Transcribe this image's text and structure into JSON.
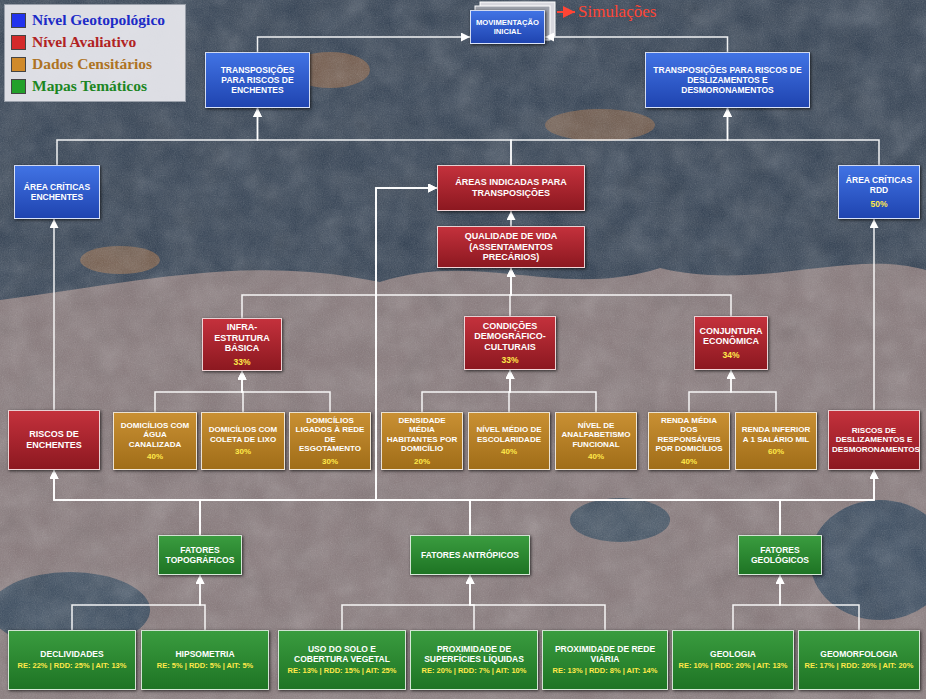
{
  "diagram": {
    "nodes": [
      {
        "text": [
          "MOVIMENTAÇÃO INICIAL"
        ]
      },
      {
        "text": [
          "TRANSPOSIÇÕES PARA RISCOS DE ENCHENTES"
        ]
      },
      {
        "text": [
          "TRANSPOSIÇÕES PARA RISCOS DE DESLIZAMENTOS E DESMORONAMENTOS"
        ]
      },
      {
        "text": [
          "ÁREA CRÍTICAS ENCHENTES"
        ]
      },
      {
        "text": [
          "ÁREAS INDICADAS PARA TRANSPOSIÇÕES"
        ]
      },
      {
        "text": [
          "ÁREA CRÍTICAS RDD",
          "50%"
        ]
      },
      {
        "text": [
          "QUALIDADE DE VIDA (ASSENTAMENTOS PRECÁRIOS)"
        ]
      },
      {
        "text": [
          "INFRA-ESTRUTURA BÁSICA",
          "33%"
        ]
      },
      {
        "text": [
          "CONDIÇÕES DEMOGRÁFICO-CULTURAIS",
          "33%"
        ]
      },
      {
        "text": [
          "CONJUNTURA ECONÔMICA",
          "34%"
        ]
      },
      {
        "text": [
          "RISCOS DE ENCHENTES"
        ]
      },
      {
        "text": [
          "DOMICÍLIOS COM ÁGUA CANALIZADA",
          "40%"
        ]
      },
      {
        "text": [
          "DOMICÍLIOS COM COLETA DE LIXO",
          "30%"
        ]
      },
      {
        "text": [
          "DOMICÍLIOS LIGADOS À REDE DE ESGOTAMENTO",
          "30%"
        ]
      },
      {
        "text": [
          "DENSIDADE MÉDIA HABITANTES POR DOMICÍLIO",
          "20%"
        ]
      },
      {
        "text": [
          "NÍVEL MÉDIO DE ESCOLARIDADE",
          "40%"
        ]
      },
      {
        "text": [
          "NÍVEL DE ANALFABETISMO FUNCIONAL",
          "40%"
        ]
      },
      {
        "text": [
          "RENDA MÉDIA DOS RESPONSÁVEIS POR DOMICÍLIOS",
          "40%"
        ]
      },
      {
        "text": [
          "RENDA INFERIOR A 1 SALÁRIO MIL",
          "60%"
        ]
      },
      {
        "text": [
          "RISCOS DE DESLIZAMENTOS E DESMORONAMENTOS"
        ]
      },
      {
        "text": [
          "FATORES TOPOGRÁFICOS"
        ]
      },
      {
        "text": [
          "FATORES ANTRÓPICOS"
        ]
      },
      {
        "text": [
          "FATORES GEOLÓGICOS"
        ]
      },
      {
        "text": [
          "DECLIVIDADES",
          "RE: 22% | RDD: 25% | AIT: 13%"
        ]
      },
      {
        "text": [
          "HIPSOMETRIA",
          "RE: 5% | RDD: 5% | AIT: 5%"
        ]
      },
      {
        "text": [
          "USO DO SOLO E COBERTURA VEGETAL",
          "RE: 13% | RDD: 15% | AIT: 25%"
        ]
      },
      {
        "text": [
          "PROXIMIDADE DE SUPERFÍCIES LÍQUIDAS",
          "RE: 20% | RDD: 7% | AIT: 10%"
        ]
      },
      {
        "text": [
          "PROXIMIDADE DE REDE VIÁRIA",
          "RE: 13% | RDD: 8% | AIT: 14%"
        ]
      },
      {
        "text": [
          "GEOLOGIA",
          "RE: 10% | RDD: 20% | AIT: 13%"
        ]
      },
      {
        "text": [
          "GEOMORFOLOGIA",
          "RE: 17% | RDD: 20% | AIT: 20%"
        ]
      }
    ],
    "edges": [
      {
        "from": 23,
        "to": 20,
        "arrow": "to"
      },
      {
        "from": 24,
        "to": 20,
        "arrow": "to"
      },
      {
        "from": 25,
        "to": 21,
        "arrow": "to"
      },
      {
        "from": 26,
        "to": 21,
        "arrow": "to"
      },
      {
        "from": 27,
        "to": 21,
        "arrow": "to"
      },
      {
        "from": 28,
        "to": 22,
        "arrow": "to"
      },
      {
        "from": 29,
        "to": 22,
        "arrow": "to"
      },
      {
        "from": 20,
        "to": 10,
        "arrow": "to"
      },
      {
        "from": 20,
        "to": 4,
        "arrow": "to"
      },
      {
        "from": 20,
        "to": 19,
        "arrow": "to"
      },
      {
        "from": 21,
        "to": 10,
        "arrow": "to"
      },
      {
        "from": 21,
        "to": 4,
        "arrow": "to"
      },
      {
        "from": 21,
        "to": 19,
        "arrow": "to"
      },
      {
        "from": 22,
        "to": 10,
        "arrow": "to"
      },
      {
        "from": 22,
        "to": 4,
        "arrow": "to"
      },
      {
        "from": 22,
        "to": 19,
        "arrow": "to"
      },
      {
        "from": 11,
        "to": 7,
        "arrow": "to"
      },
      {
        "from": 12,
        "to": 7,
        "arrow": "to"
      },
      {
        "from": 13,
        "to": 7,
        "arrow": "to"
      },
      {
        "from": 14,
        "to": 8,
        "arrow": "to"
      },
      {
        "from": 15,
        "to": 8,
        "arrow": "to"
      },
      {
        "from": 16,
        "to": 8,
        "arrow": "to"
      },
      {
        "from": 17,
        "to": 9,
        "arrow": "to"
      },
      {
        "from": 18,
        "to": 9,
        "arrow": "to"
      },
      {
        "from": 7,
        "to": 6,
        "arrow": "to"
      },
      {
        "from": 8,
        "to": 6,
        "arrow": "to"
      },
      {
        "from": 9,
        "to": 6,
        "arrow": "to"
      },
      {
        "from": 6,
        "to": 4,
        "arrow": "to"
      },
      {
        "from": 10,
        "to": 3,
        "arrow": "to"
      },
      {
        "from": 19,
        "to": 5,
        "arrow": "to"
      },
      {
        "from": 3,
        "to": 1,
        "arrow": "to"
      },
      {
        "from": 4,
        "to": 1,
        "arrow": "to"
      },
      {
        "from": 4,
        "to": 2,
        "arrow": "to"
      },
      {
        "from": 5,
        "to": 2,
        "arrow": "to"
      },
      {
        "from": 1,
        "to": 0,
        "arrow": "to"
      },
      {
        "from": 2,
        "to": 0,
        "arrow": "to"
      }
    ],
    "labels": [
      "Simulações"
    ],
    "legend": [
      {
        "text": "Nível Geotopológico",
        "color": "#2233ee"
      },
      {
        "text": "Nível Avaliativo",
        "color": "#d42a2a"
      },
      {
        "text": "Dados Censitários",
        "color": "#d08a2a"
      },
      {
        "text": "Mapas Temáticos",
        "color": "#22a02a"
      }
    ]
  }
}
